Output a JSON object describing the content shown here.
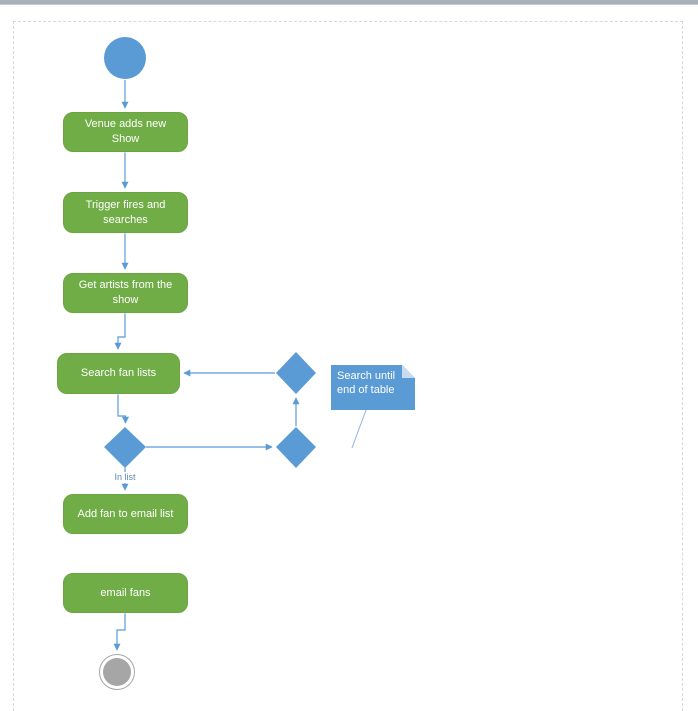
{
  "app": {
    "top_bar_color": "#a9b0ba",
    "canvas_background": "#ffffff",
    "page_border_color": "#d9d9d9",
    "page_border_style": "dashed"
  },
  "colors": {
    "activity_fill": "#70ad47",
    "activity_text": "#ffffff",
    "decision_fill": "#5b9bd5",
    "start_node_fill": "#5b9bd5",
    "end_node_fill": "#a6a6a6",
    "connector": "#5b9bd5",
    "note_fill": "#5b9bd5",
    "note_fold": "#c9dbee",
    "note_text": "#ffffff",
    "edge_label_color": "#5f87b0"
  },
  "diagram": {
    "kind": "uml-activity-flowchart",
    "start_node": {
      "type": "initial"
    },
    "activities": [
      {
        "id": "a1",
        "label": "Venue adds new Show"
      },
      {
        "id": "a2",
        "label": "Trigger fires and searches"
      },
      {
        "id": "a3",
        "label": "Get artists from the show"
      },
      {
        "id": "a4",
        "label": "Search fan lists"
      },
      {
        "id": "a5",
        "label": "Add fan to email list"
      },
      {
        "id": "a6",
        "label": "email fans"
      }
    ],
    "decisions": [
      {
        "id": "d1",
        "label": ""
      },
      {
        "id": "d2",
        "label": ""
      },
      {
        "id": "d3",
        "label": ""
      }
    ],
    "note": {
      "text": "Search until end of table"
    },
    "edge_label": "In list",
    "end_node": {
      "type": "final"
    },
    "edges": [
      "start -> Venue adds new Show",
      "Venue adds new Show -> Trigger fires and searches",
      "Trigger fires and searches -> Get artists from the show",
      "Get artists from the show -> Search fan lists",
      "Search fan lists -> decision d2",
      "d2 -> Add fan to email list (In list)",
      "d2 -> d3",
      "d3 -> d1",
      "d1 -> Search fan lists",
      "Add fan to email list -> email fans",
      "email fans -> end"
    ]
  }
}
